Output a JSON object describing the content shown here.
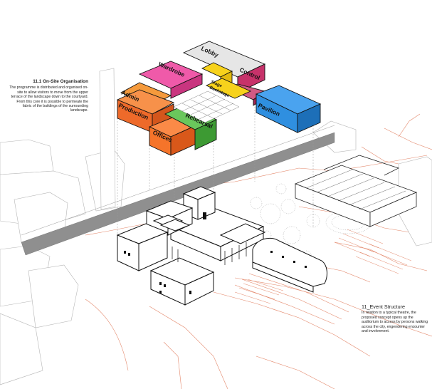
{
  "annotations": {
    "onsite": {
      "title": "11.1 On-Site Organisation",
      "body": "The programme is distributed and organised on-site to allow visitors to move from the upper terrace of the landscape down to the courtyard. From this core it is possible to permeate the fabric of the buildings of the surrounding landscape."
    },
    "event": {
      "title": "11_Event Structure",
      "body": "In relation to a typical theatre, the proposed concept opens up the auditorium to access by persons walking across the city, engendering encounter and involvement."
    }
  },
  "program_blocks": {
    "lobby": "Lobby",
    "wardrobe": "Wardrobe",
    "control": "Control",
    "admin": "Admin",
    "production": "Production",
    "offices": "Offices",
    "rehearsal": "Rehearsal",
    "pavilion": "Pavilion",
    "stage": "Stage",
    "backstage": "Backstage"
  },
  "colors": {
    "lobby": "#cfcfcf",
    "wardrobe": "#e8429a",
    "control": "#c7326a",
    "admin": "#f28a28",
    "production": "#ef6b2a",
    "offices": "#f5742a",
    "rehearsal": "#58b64a",
    "pavilion": "#2f8fe0",
    "stage": "#f7d21c",
    "context_lines": "#e3876a",
    "road": "#8f8f8f"
  }
}
